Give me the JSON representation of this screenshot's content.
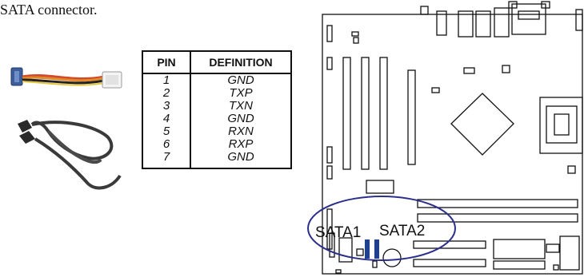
{
  "caption": "SATA connector.",
  "table": {
    "headers": {
      "pin": "PIN",
      "definition": "DEFINITION"
    },
    "rows": [
      {
        "pin": "1",
        "definition": "GND"
      },
      {
        "pin": "2",
        "definition": "TXP"
      },
      {
        "pin": "3",
        "definition": "TXN"
      },
      {
        "pin": "4",
        "definition": "GND"
      },
      {
        "pin": "5",
        "definition": "RXN"
      },
      {
        "pin": "6",
        "definition": "RXP"
      },
      {
        "pin": "7",
        "definition": "GND"
      }
    ]
  },
  "board": {
    "labels": {
      "sata1": "SATA1",
      "sata2": "SATA2"
    },
    "colors": {
      "sata_connector": "#1f3f8f",
      "highlight_ellipse": "#2b2f8c"
    }
  }
}
